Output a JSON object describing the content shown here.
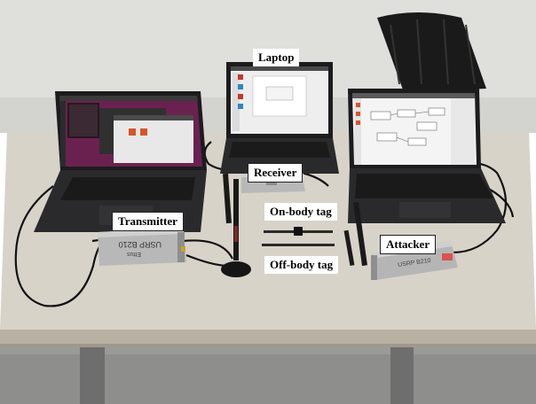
{
  "labels": {
    "laptop": "Laptop",
    "receiver": "Receiver",
    "transmitter": "Transmitter",
    "on_body_tag": "On-body tag",
    "off_body_tag": "Off-body tag",
    "attacker": "Attacker"
  },
  "device_text": {
    "transmitter_box": "USRP B210",
    "transmitter_box_sub": "Ettus",
    "attacker_box": "USRP B210"
  },
  "colors": {
    "wall": "#dfe0db",
    "table": "#d8d3c8",
    "table_edge": "#b9b2a4",
    "floor": "#9a9a98",
    "laptop_dark": "#1c1c1e",
    "ubuntu_purple": "#6b2150",
    "ubuntu_orange": "#d5552a",
    "usrp_silver": "#b8b8b8",
    "cable": "#111111"
  }
}
